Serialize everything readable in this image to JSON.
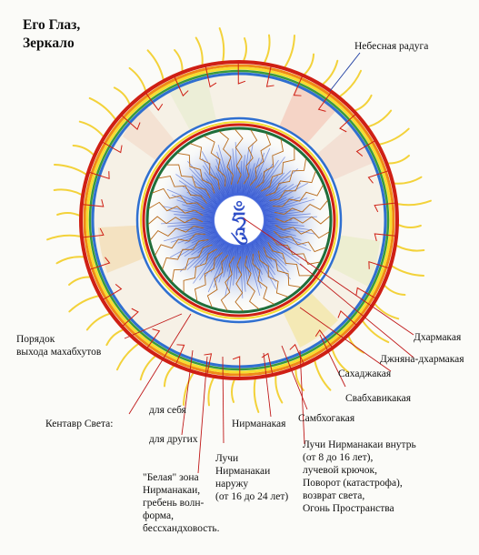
{
  "title": "Его Глаз,\nЗеркало",
  "center_glyph": "ཧཱུྃ",
  "labels": {
    "heavenly_rainbow": "Небесная радуга",
    "dharmakaya": "Дхармакая",
    "jnana_dharmakaya": "Джняна-дхармакая",
    "sahajakaya": "Сахаджакая",
    "svabhavikakaya": "Свабхавикакая",
    "sambhogakaya": "Самбхогакая",
    "nirmanakaya": "Нирманакая",
    "mahabhuta_order": "Порядок\nвыхода махабхутов",
    "centaur_of_light": "Кентавр Света:",
    "for_self": "для себя",
    "for_others": "для других",
    "white_zone": "\"Белая\" зона\nНирманакаи,\nгребень волн-\nформа,\nбессхандховость.",
    "outward_rays": "Лучи\nНирманакаи\nнаружу\n(от 16 до 24 лет)",
    "inward_rays": "Лучи Нирманакаи внутрь\n(от 8 до 16 лет),\nлучевой крючок,\nПоворот (катастрофа),\nвозврат света,\nОгонь Пространства"
  },
  "colors": {
    "outer_red": "#cf1f14",
    "orange": "#f08a18",
    "yellow": "#f6dd2e",
    "green": "#3a9a3a",
    "blue": "#2f6fd0",
    "dark_green": "#1f6e3a",
    "center_blue": "#2f4fc8",
    "rays": "#b86a1a",
    "sun_rays": "#f3d23a",
    "leader": "#c01818",
    "leader_blue": "#1a3aa0"
  }
}
